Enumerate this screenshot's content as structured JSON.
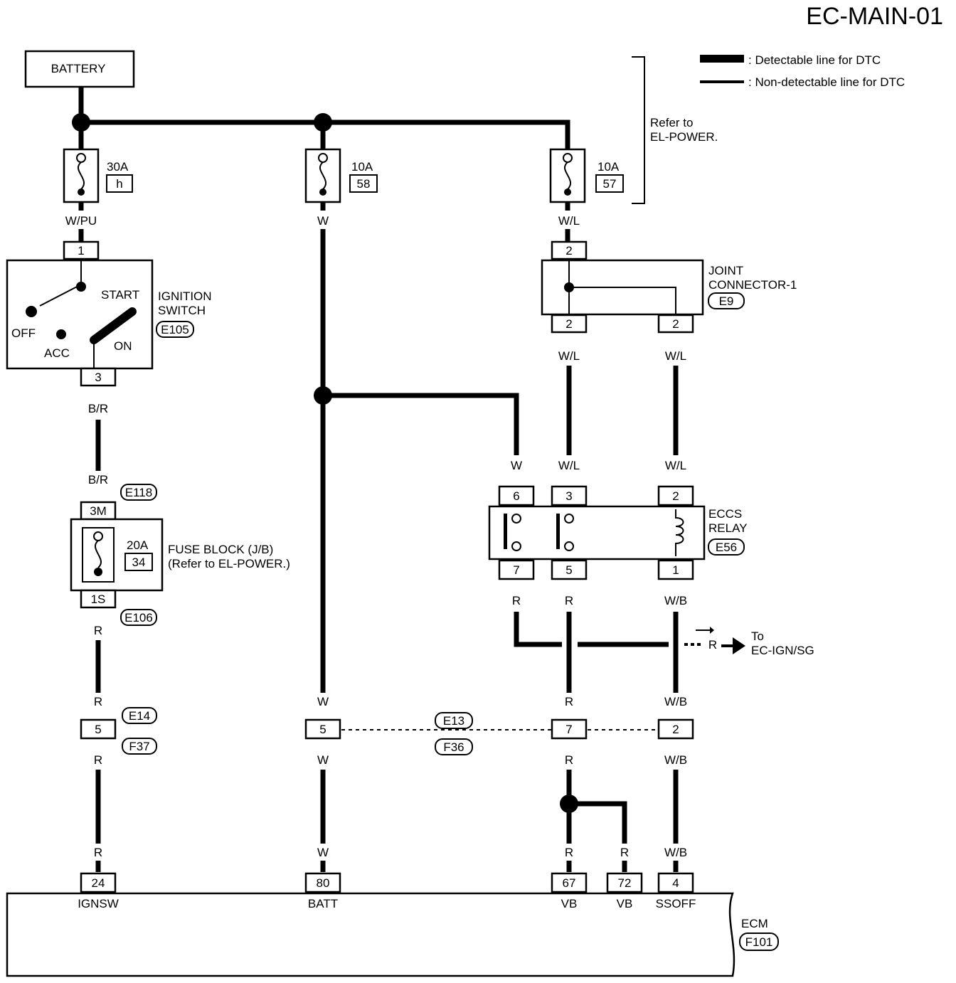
{
  "title": "EC-MAIN-01",
  "legend": {
    "detectable": ": Detectable line for DTC",
    "non_detectable": ": Non-detectable line for DTC"
  },
  "refer": [
    "Refer to",
    "EL-POWER."
  ],
  "battery": "BATTERY",
  "fuses": {
    "f30": {
      "amp": "30A",
      "id": "h"
    },
    "f10a": {
      "amp": "10A",
      "id": "58"
    },
    "f10b": {
      "amp": "10A",
      "id": "57"
    },
    "f20": {
      "amp": "20A",
      "id": "34"
    }
  },
  "ignition": {
    "name": [
      "IGNITION",
      "SWITCH"
    ],
    "conn": "E105",
    "positions": {
      "start": "START",
      "off": "OFF",
      "acc": "ACC",
      "on": "ON"
    },
    "pin_in": "1",
    "pin_out": "3"
  },
  "joint": {
    "name": [
      "JOINT",
      "CONNECTOR-1"
    ],
    "conn": "E9",
    "pin_top": "2",
    "pin_bl": "2",
    "pin_br": "2"
  },
  "fuse_block": {
    "name": [
      "FUSE BLOCK (J/B)",
      "(Refer to EL-POWER.)"
    ],
    "conn_top": "E118",
    "conn_bot": "E106",
    "pin_top": "3M",
    "pin_bot": "1S"
  },
  "relay": {
    "name": [
      "ECCS",
      "RELAY"
    ],
    "conn": "E56",
    "pins_top": [
      "6",
      "3",
      "2"
    ],
    "pins_bot": [
      "7",
      "5",
      "1"
    ]
  },
  "to_ref": {
    "color": "R",
    "text": [
      "To",
      "EC-IGN/SG"
    ]
  },
  "connectors_mid": {
    "e14": "E14",
    "f37": "F37",
    "e13": "E13",
    "f36": "F36",
    "pins": [
      "5",
      "5",
      "7",
      "2"
    ]
  },
  "ecm": {
    "name": "ECM",
    "conn": "F101",
    "pins": [
      {
        "num": "24",
        "label": "IGNSW"
      },
      {
        "num": "80",
        "label": "BATT"
      },
      {
        "num": "67",
        "label": "VB"
      },
      {
        "num": "72",
        "label": "VB"
      },
      {
        "num": "4",
        "label": "SSOFF"
      }
    ]
  },
  "wire_colors": {
    "wpu": "W/PU",
    "w": "W",
    "wl": "W/L",
    "br": "B/R",
    "r": "R",
    "wb": "W/B"
  }
}
